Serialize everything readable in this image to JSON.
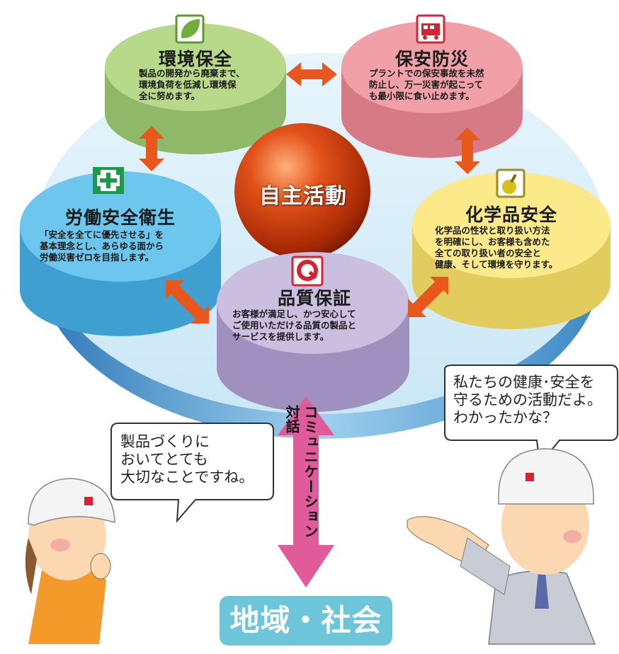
{
  "center": {
    "label": "自主活動"
  },
  "nodes": {
    "environment": {
      "title": "環境保全",
      "text": "製品の開発から廃棄まで、\n環境負荷を低減し環境保\n全に努めます。",
      "icon": "leaf-icon",
      "color": "#b7d989"
    },
    "disaster": {
      "title": "保安防災",
      "text": "プラントでの保安事故を未然\n防止し、万一災害が起こって\nも最小限に食い止めます。",
      "icon": "fire-truck-icon",
      "color": "#f2a0a8"
    },
    "chemical": {
      "title": "化学品安全",
      "text": "化学品の性状と取り扱い方法\nを明確にし、お客様も含めた\n全ての取り扱い者の安全と\n健康、そして環境を守ります。",
      "icon": "flask-icon",
      "color": "#fbe98a"
    },
    "labor": {
      "title": "労働安全衛生",
      "text": "「安全を全てに優先させる」を\n基本理念とし、あらゆる面から\n労働災害ゼロを目指します。",
      "icon": "safety-cross-icon",
      "color": "#6cc6ee"
    },
    "quality": {
      "title": "品質保証",
      "text": "お客様が満足し、かつ安心して\nご使用いただける品質の製品と\nサービスを提供します。",
      "icon": "quality-q-icon",
      "color": "#cbbfe0"
    }
  },
  "dialogue": {
    "line1": "コミュニケーション",
    "line2": "対話"
  },
  "region": {
    "label": "地域・社会"
  },
  "bubbles": {
    "right": "私たちの健康･安全を\n守るための活動だよ。\nわかったかな？",
    "left": "製品づくりに\nおいてとても\n大切なことですね。"
  }
}
